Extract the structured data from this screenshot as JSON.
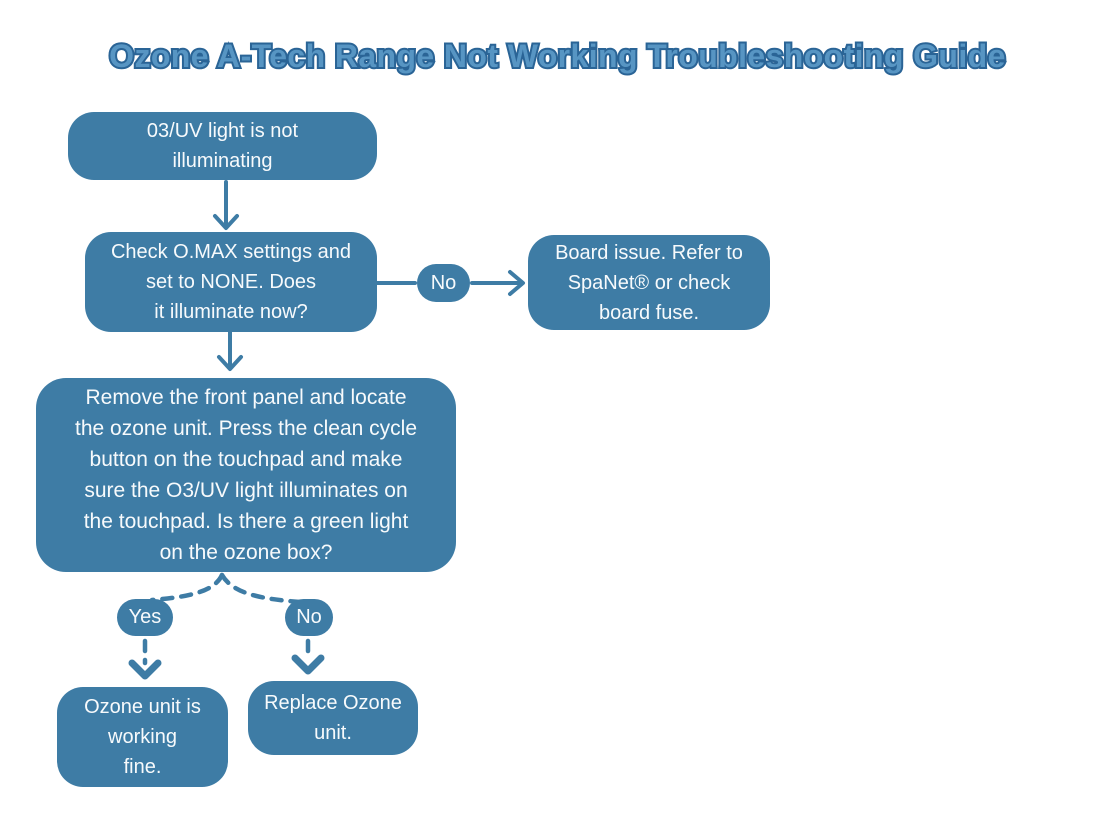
{
  "title": "Ozone A-Tech Range Not Working Troubleshooting Guide",
  "colors": {
    "node_fill": "#3e7ca5",
    "title_fill": "#5795c3",
    "title_outline": "#2a6496",
    "node_text": "#f7fafc",
    "background": "#ffffff"
  },
  "flowchart": {
    "start": "03/UV light is not\nilluminating",
    "check_omax": "Check O.MAX settings and\nset to NONE. Does\nit illuminate now?",
    "board_issue": "Board issue. Refer to\nSpaNet® or check\nboard fuse.",
    "inspect_ozone": "Remove the front panel and locate\nthe ozone unit. Press the clean cycle\nbutton on the touchpad and make\nsure the O3/UV light illuminates on\nthe touchpad. Is there a green light\non the ozone box?",
    "working_fine": "Ozone unit is\nworking\nfine.",
    "replace_unit": "Replace Ozone\nunit.",
    "label_no_board": "No",
    "label_yes": "Yes",
    "label_no_replace": "No"
  }
}
